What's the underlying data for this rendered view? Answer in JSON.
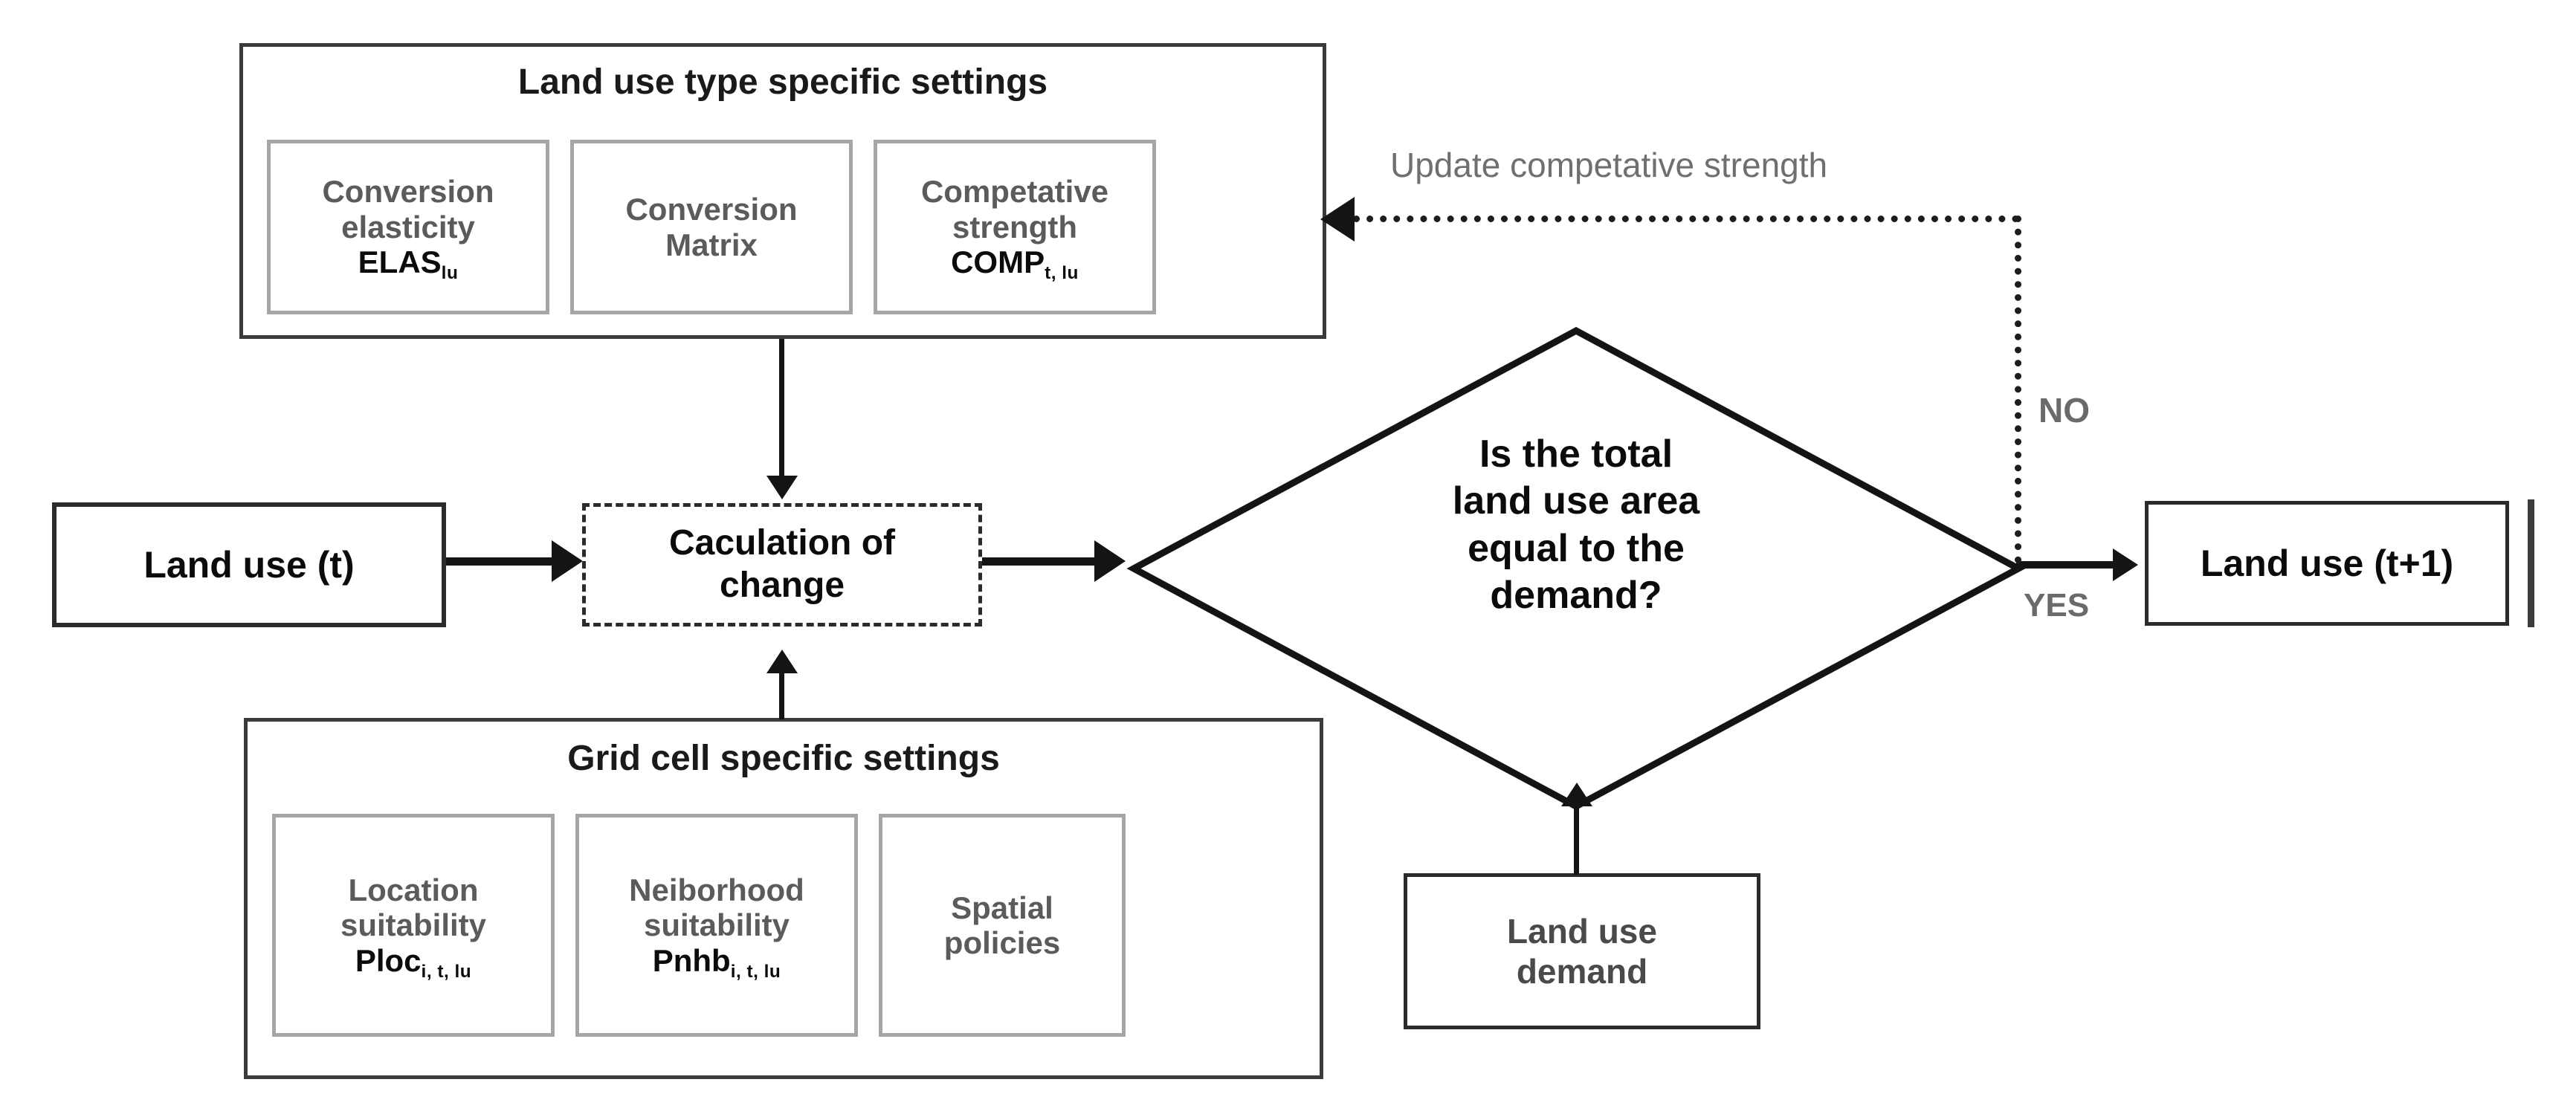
{
  "diagram": {
    "title": "CLUE-type land use change model flow chart",
    "colors": {
      "text_black": "#0b0b0b",
      "text_gray": "#5b5b5b",
      "label_gray": "#6a6a6a",
      "border_dark": "#3b3b3b",
      "border_light": "#a6a6a6",
      "connector": "#141414",
      "background": "#ffffff"
    },
    "land_use_type_settings": {
      "title": "Land use type specific settings",
      "items": [
        {
          "line1": "Conversion",
          "line2": "elasticity",
          "symbol": "ELAS",
          "subscript": "lu"
        },
        {
          "line1": "Conversion",
          "line2": "Matrix",
          "symbol": "",
          "subscript": ""
        },
        {
          "line1": "Competative",
          "line2": "strength",
          "symbol": "COMP",
          "subscript": "t, lu"
        }
      ]
    },
    "grid_cell_settings": {
      "title": "Grid cell specific  settings",
      "items": [
        {
          "line1": "Location",
          "line2": "suitability",
          "symbol": "Ploc",
          "subscript": "i, t, lu"
        },
        {
          "line1": "Neiborhood",
          "line2": "suitability",
          "symbol": "Pnhb",
          "subscript": "i, t, lu"
        },
        {
          "line1": "Spatial",
          "line2": "policies",
          "symbol": "",
          "subscript": ""
        }
      ]
    },
    "nodes": {
      "land_use_t": "Land use (t)",
      "calculation": {
        "line1": "Caculation of",
        "line2": "change"
      },
      "decision": {
        "line1": "Is the total",
        "line2": "land use area",
        "line3": "equal to the",
        "line4": "demand?"
      },
      "land_use_t_plus_1": "Land use (t+1)",
      "land_use_demand": {
        "line1": "Land use",
        "line2": "demand"
      }
    },
    "edges": {
      "feedback_label": "Update competative strength",
      "no_label": "NO",
      "yes_label": "YES"
    }
  }
}
